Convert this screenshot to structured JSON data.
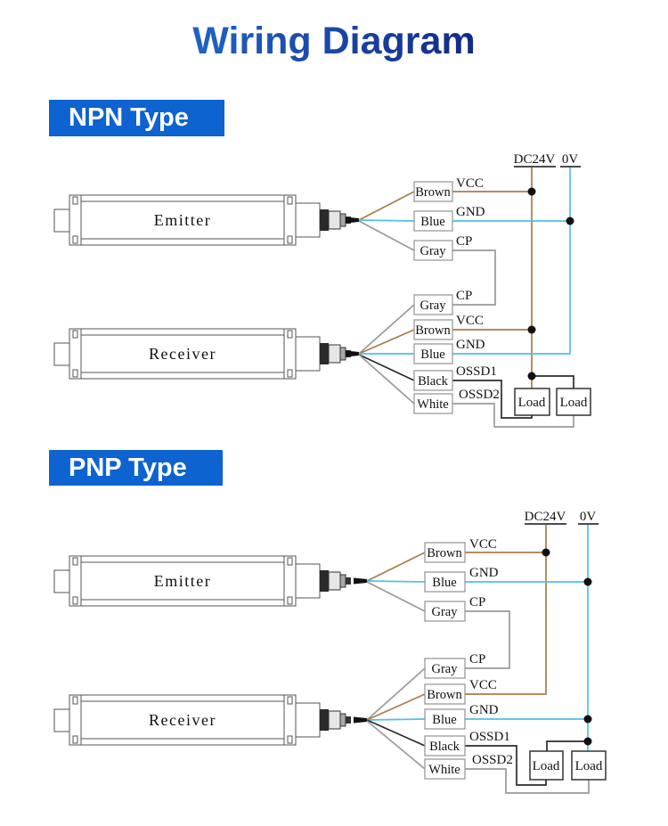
{
  "title": "Wiring Diagram",
  "colors": {
    "banner_blue": "#0d63cf",
    "title_gradient_start": "#2272d4",
    "title_gradient_end": "#12207d",
    "wire_brown": "#a87c4a",
    "wire_blue": "#4fc1e8",
    "wire_gray": "#9a9a9a",
    "wire_black": "#2b2b2b"
  },
  "diagrams": [
    {
      "type_label": "NPN Type",
      "power": {
        "dc": "DC24V",
        "ov": "0V"
      },
      "emitter": {
        "label": "Emitter",
        "wires": [
          {
            "color": "Brown",
            "signal": "VCC"
          },
          {
            "color": "Blue",
            "signal": "GND"
          },
          {
            "color": "Gray",
            "signal": "CP"
          }
        ]
      },
      "receiver": {
        "label": "Receiver",
        "wires": [
          {
            "color": "Gray",
            "signal": "CP"
          },
          {
            "color": "Brown",
            "signal": "VCC"
          },
          {
            "color": "Blue",
            "signal": "GND"
          },
          {
            "color": "Black",
            "signal": "OSSD1"
          },
          {
            "color": "White",
            "signal": "OSSD2"
          }
        ]
      },
      "loads": [
        "Load",
        "Load"
      ]
    },
    {
      "type_label": "PNP Type",
      "power": {
        "dc": "DC24V",
        "ov": "0V"
      },
      "emitter": {
        "label": "Emitter",
        "wires": [
          {
            "color": "Brown",
            "signal": "VCC"
          },
          {
            "color": "Blue",
            "signal": "GND"
          },
          {
            "color": "Gray",
            "signal": "CP"
          }
        ]
      },
      "receiver": {
        "label": "Receiver",
        "wires": [
          {
            "color": "Gray",
            "signal": "CP"
          },
          {
            "color": "Brown",
            "signal": "VCC"
          },
          {
            "color": "Blue",
            "signal": "GND"
          },
          {
            "color": "Black",
            "signal": "OSSD1"
          },
          {
            "color": "White",
            "signal": "OSSD2"
          }
        ]
      },
      "loads": [
        "Load",
        "Load"
      ]
    }
  ]
}
